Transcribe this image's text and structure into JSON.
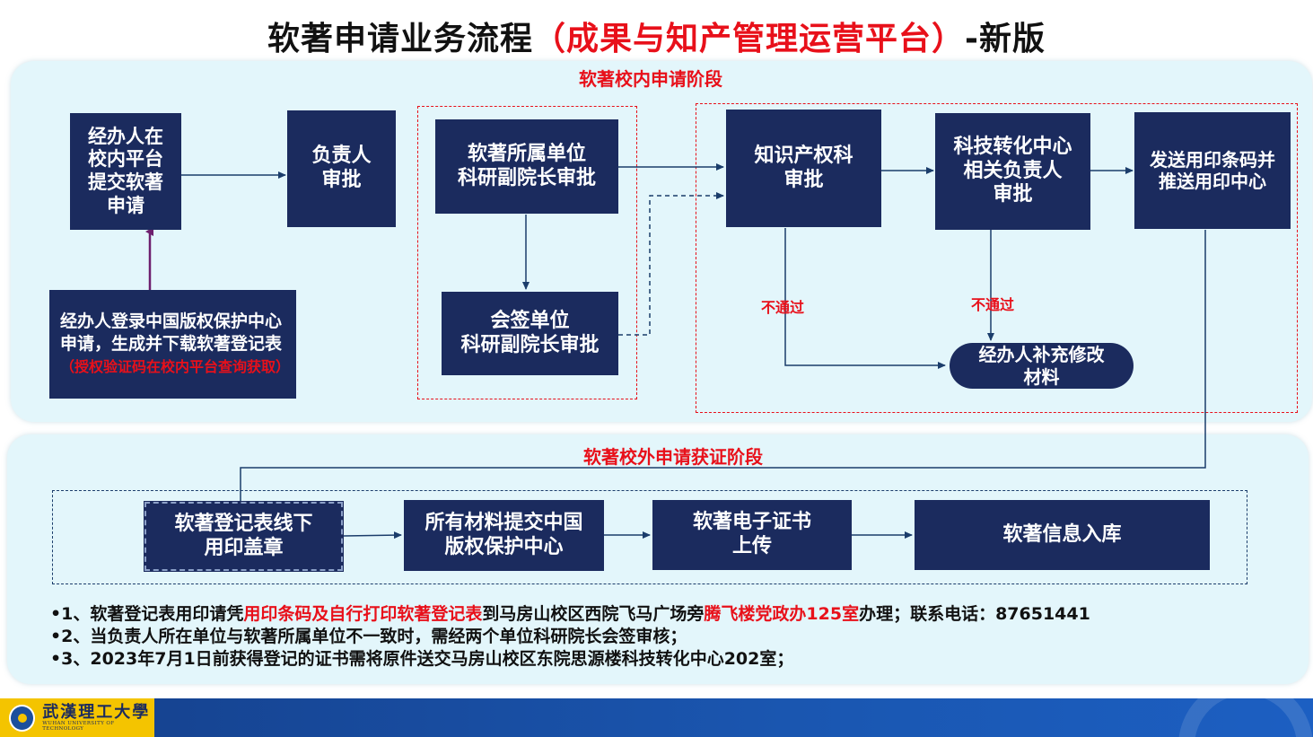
{
  "title": {
    "main": "软著申请业务流程",
    "highlight": "（成果与知产管理运营平台）",
    "suffix": "-新版"
  },
  "stages": {
    "internal": "软著校内申请阶段",
    "external": "软著校外申请获证阶段"
  },
  "nodes": {
    "submit": "经办人在\n校内平台\n提交软著\n申请",
    "leader": "负责人\n审批",
    "unit_approve": "软著所属单位\n科研副院长审批",
    "cosign": "会签单位\n科研副院长审批",
    "ip_dept": "知识产权科\n审批",
    "tech_center": "科技转化中心\n相关负责人\n审批",
    "send_barcode": "发送用印条码并\n推送用印中心",
    "supplement": "经办人补充修改\n材料",
    "login_main": "经办人登录中国版权保护中心申请，生成并下载软著登记表",
    "login_note": "（授权验证码在校内平台查询获取）",
    "stamp": "软著登记表线下\n用印盖章",
    "submit_all": "所有材料提交中国\n版权保护中心",
    "upload_cert": "软著电子证书\n上传",
    "archive": "软著信息入库"
  },
  "labels": {
    "fail": "不通过"
  },
  "notes": {
    "n1_pre": "•1、软著登记表用印请凭",
    "n1_red1": "用印条码及自行打印软著登记表",
    "n1_mid": "到马房山校区西院飞马广场旁",
    "n1_red2": "腾飞楼党政办125室",
    "n1_post": "办理；联系电话：87651441",
    "n2": "•2、当负责人所在单位与软著所属单位不一致时，需经两个单位科研院长会签审核；",
    "n3": "•3、2023年7月1日前获得登记的证书需将原件送交马房山校区东院思源楼科技转化中心202室；"
  },
  "footer": {
    "logo_cn": "武漢理工大學",
    "logo_en": "WUHAN UNIVERSITY OF TECHNOLOGY"
  },
  "colors": {
    "box": "#1b2b5e",
    "accent_red": "#e8101a",
    "panel": "#e3f6fb",
    "footer_blue": "#1a56b0",
    "logo_yellow": "#f4c400"
  }
}
